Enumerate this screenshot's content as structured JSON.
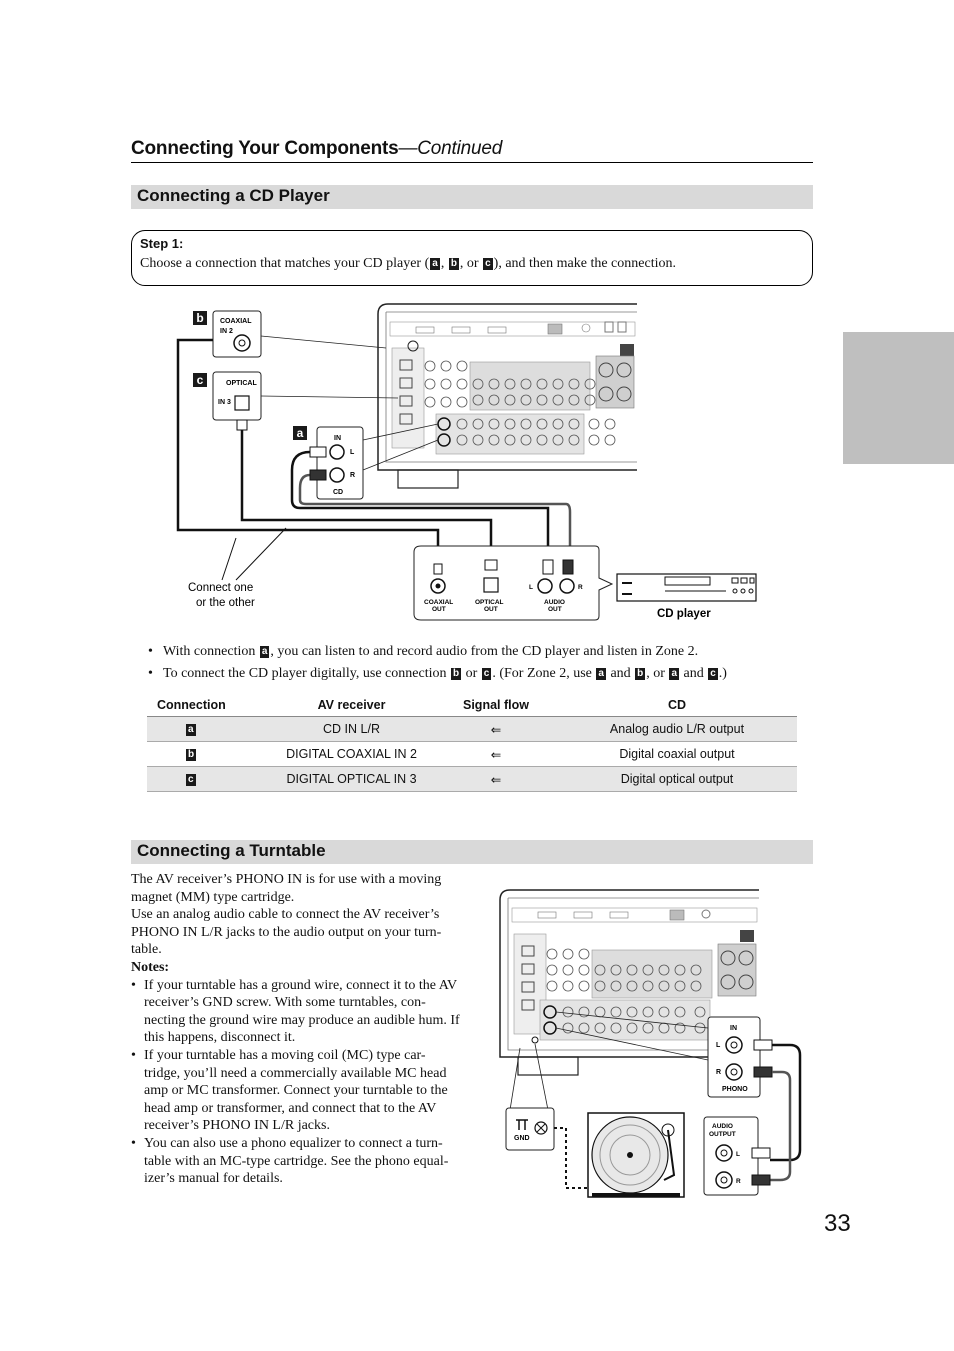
{
  "header": {
    "title": "Connecting Your Components",
    "continued": "—Continued"
  },
  "cd_section": {
    "title": "Connecting a CD Player"
  },
  "step": {
    "title": "Step 1:",
    "text_before": "Choose a connection that matches your CD player (",
    "sep1": ", ",
    "sep2": ", or ",
    "text_after": "), and then make the connection.",
    "labels": [
      "a",
      "b",
      "c"
    ]
  },
  "diagram_cd": {
    "coaxial": "COAXIAL",
    "in2": "IN 2",
    "optical": "OPTICAL",
    "in3": "IN 3",
    "in": "IN",
    "l": "L",
    "r": "R",
    "cd": "CD",
    "connect_note_1": "Connect one",
    "connect_note_2": "or the other",
    "coaxial_out_1": "COAXIAL",
    "coaxial_out_2": "OUT",
    "optical_out_1": "OPTICAL",
    "optical_out_2": "OUT",
    "audio_out_1": "AUDIO",
    "audio_out_2": "OUT",
    "device_name": "CD player",
    "label_a": "a",
    "label_b": "b",
    "label_c": "c"
  },
  "bullets": {
    "b1_pre": "With connection ",
    "b1_post": ", you can listen to and record audio from the CD player and listen in Zone 2.",
    "b2_pre": "To connect the CD player digitally, use connection ",
    "b2_or": " or ",
    "b2_mid": ". (For Zone 2, use ",
    "b2_and": " and ",
    "b2_or2": ", or ",
    "b2_end": ".)"
  },
  "table": {
    "headers": [
      "Connection",
      "AV receiver",
      "Signal flow",
      "CD"
    ],
    "rows": [
      {
        "conn": "a",
        "receiver": "CD IN L/R",
        "flow": "⇐",
        "cd": "Analog audio L/R output"
      },
      {
        "conn": "b",
        "receiver": "DIGITAL COAXIAL IN 2",
        "flow": "⇐",
        "cd": "Digital coaxial output"
      },
      {
        "conn": "c",
        "receiver": "DIGITAL OPTICAL IN 3",
        "flow": "⇐",
        "cd": "Digital optical output"
      }
    ]
  },
  "turntable_section": {
    "title": "Connecting a Turntable",
    "p1": "The AV receiver’s PHONO IN is for use with a moving magnet (MM) type cartridge.",
    "p2": "Use an analog audio cable to connect the AV receiver’s PHONO IN L/R jacks to the audio output on your turn-table.",
    "notes_title": "Notes:",
    "notes": [
      "If your turntable has a ground wire, connect it to the AV receiver’s GND screw. With some turntables, con-necting the ground wire may produce an audible hum. If this happens, disconnect it.",
      "If your turntable has a moving coil (MC) type car-tridge, you’ll need a commercially available MC head amp or MC transformer. Connect your turntable to the head amp or transformer, and connect that to the AV receiver’s PHONO IN L/R jacks.",
      "You can also use a phono equalizer to connect a turn-table with an MC-type cartridge. See the phono equal-izer’s manual for details."
    ]
  },
  "diagram_turntable": {
    "in": "IN",
    "l": "L",
    "r": "R",
    "phono": "PHONO",
    "gnd": "GND",
    "audio_output_1": "AUDIO",
    "audio_output_2": "OUTPUT"
  },
  "page_number": "33"
}
